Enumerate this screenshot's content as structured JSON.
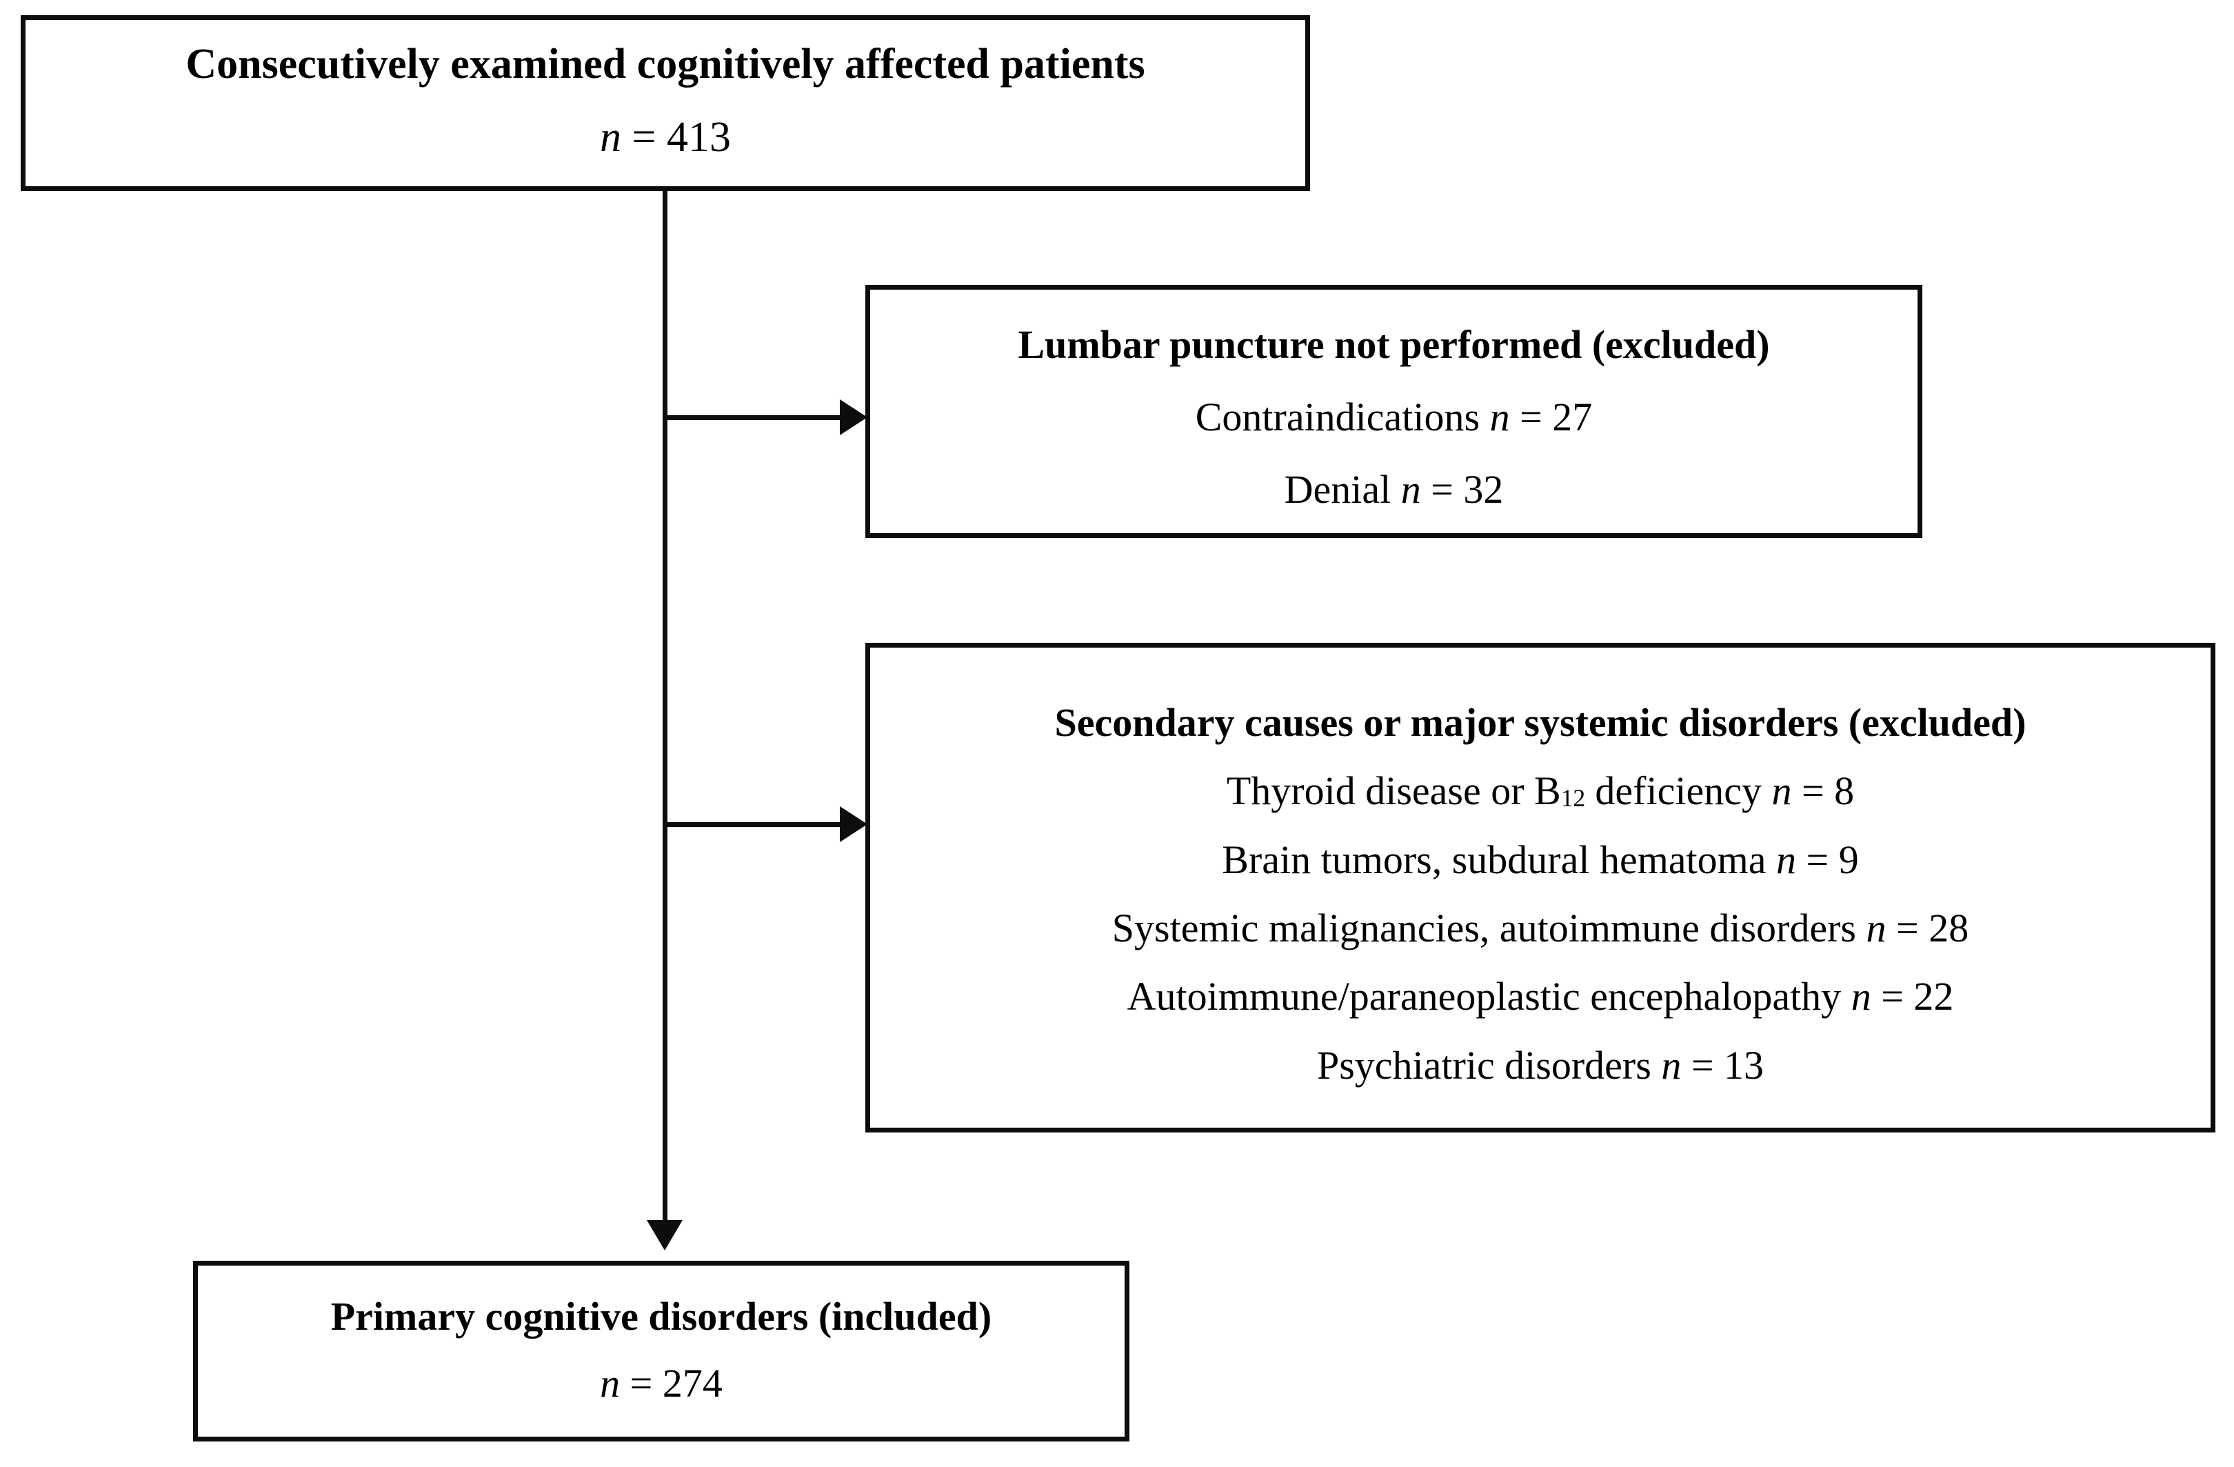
{
  "chart_data": {
    "type": "diagram",
    "title": "Patient selection flow diagram",
    "nodes": [
      {
        "id": "consecutive",
        "title": "Consecutively examined cognitively affected patients",
        "n_label": "n",
        "n_value": "413",
        "n_line": "n = 413"
      },
      {
        "id": "lumbar",
        "title": "Lumbar puncture not performed (excluded)",
        "items": [
          {
            "label": "Contraindications",
            "n_value": "27",
            "text": "Contraindications n = 27"
          },
          {
            "label": "Denial",
            "n_value": "32",
            "text": "Denial n =  32"
          }
        ]
      },
      {
        "id": "secondary",
        "title": "Secondary causes or major systemic disorders (excluded)",
        "items": [
          {
            "label": "Thyroid disease or B12 deficiency",
            "n_value": "8",
            "text": "Thyroid disease or B12 deficiency n = 8"
          },
          {
            "label": "Brain tumors, subdural hematoma",
            "n_value": "9",
            "text": "Brain tumors, subdural hematoma n = 9"
          },
          {
            "label": "Systemic malignancies, autoimmune disorders",
            "n_value": "28",
            "text": "Systemic malignancies, autoimmune disorders n = 28"
          },
          {
            "label": "Autoimmune/paraneoplastic encephalopathy",
            "n_value": "22",
            "text": "Autoimmune/paraneoplastic encephalopathy n = 22"
          },
          {
            "label": "Psychiatric disorders",
            "n_value": "13",
            "text": "Psychiatric disorders n = 13"
          }
        ]
      },
      {
        "id": "primary",
        "title": "Primary cognitive disorders (included)",
        "n_label": "n",
        "n_value": "274",
        "n_line": "n = 274"
      }
    ],
    "edges": [
      {
        "from": "consecutive",
        "to": "lumbar",
        "style": "elbow-right-arrow"
      },
      {
        "from": "consecutive",
        "to": "secondary",
        "style": "elbow-right-arrow"
      },
      {
        "from": "consecutive",
        "to": "primary",
        "style": "straight-down-arrow"
      }
    ],
    "colors": {
      "line": "#0d0d0d",
      "background": "#ffffff",
      "text": "#000000"
    }
  },
  "box_consecutive": {
    "title": "Consecutively examined cognitively affected patients",
    "n_symbol": "n",
    "n_equals": " = ",
    "n_value": "413"
  },
  "box_lumbar": {
    "title": "Lumbar puncture not performed (excluded)",
    "line1_label": "Contraindications ",
    "line1_symbol": "n",
    "line1_equals": " = ",
    "line1_value": "27",
    "line2_label": "Denial ",
    "line2_symbol": "n",
    "line2_equals": " = ",
    "line2_value": " 32"
  },
  "box_secondary": {
    "title": "Secondary causes or major systemic disorders (excluded)",
    "line1_prefix": "Thyroid disease or B",
    "line1_sub": "12",
    "line1_suffix": " deficiency ",
    "line1_symbol": "n",
    "line1_equals": " = ",
    "line1_value": "8",
    "line2_label": "Brain tumors, subdural hematoma ",
    "line2_symbol": "n",
    "line2_equals": " = ",
    "line2_value": "9",
    "line3_label": "Systemic malignancies, autoimmune disorders ",
    "line3_symbol": "n",
    "line3_equals": " = ",
    "line3_value": "28",
    "line4_label": "Autoimmune/paraneoplastic encephalopathy ",
    "line4_symbol": "n",
    "line4_equals": " = ",
    "line4_value": "22",
    "line5_label": "Psychiatric disorders ",
    "line5_symbol": "n",
    "line5_equals": " = ",
    "line5_value": "13"
  },
  "box_primary": {
    "title": "Primary cognitive disorders (included)",
    "n_symbol": "n",
    "n_equals": " = ",
    "n_value": "274"
  }
}
